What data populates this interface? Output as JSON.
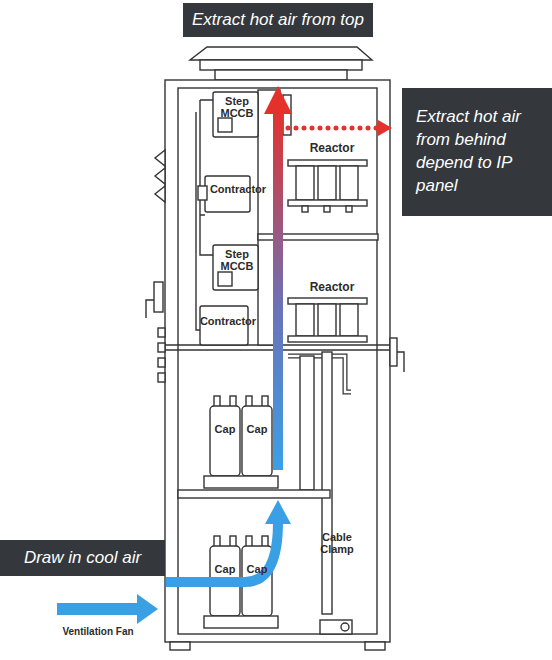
{
  "diagram": {
    "nodes": [
      {
        "text": [
          "Extract hot air from top"
        ]
      },
      {
        "text": [
          "Extract hot air from behind depend to IP panel"
        ]
      },
      {
        "text": [
          "Draw in cool air"
        ]
      }
    ],
    "labels": [
      "Step MCCB",
      "Contractor",
      "Reactor",
      "Step MCCB",
      "Reactor",
      "Contractor",
      "Cap",
      "Cap",
      "Cap",
      "Cap",
      "Cable Clamp",
      "Ventilation Fan"
    ]
  }
}
